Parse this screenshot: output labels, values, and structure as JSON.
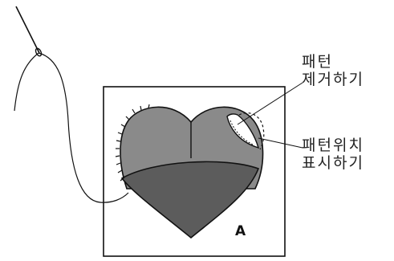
{
  "labels": {
    "remove_pattern": {
      "line1": "패턴",
      "line2": "제거하기"
    },
    "mark_position": {
      "line1": "패턴위치",
      "line2": "표시하기"
    }
  },
  "panel_letter": "A",
  "colors": {
    "upper_fill": "#8a8a8a",
    "lower_fill": "#5c5c5c",
    "outline": "#111111",
    "frame": "#111111",
    "background": "#ffffff"
  },
  "icons": [
    "needle-icon",
    "thread-line",
    "heart-shape",
    "scissors-cut-icon"
  ]
}
